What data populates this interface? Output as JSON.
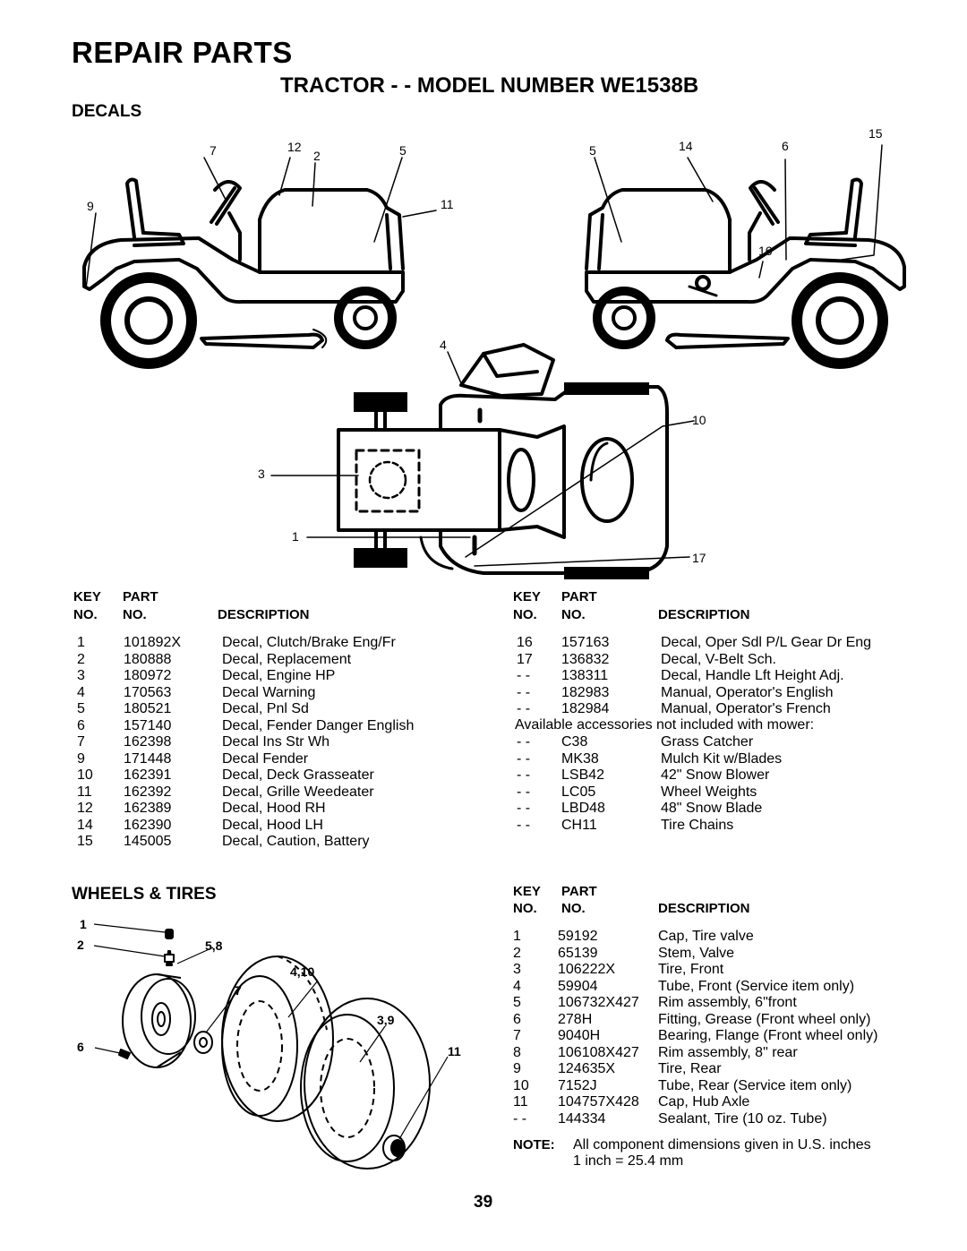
{
  "page_title": "REPAIR PARTS",
  "subtitle": "TRACTOR - - MODEL NUMBER WE1538B",
  "decals": {
    "section_title": "DECALS",
    "callouts": [
      "7",
      "12",
      "2",
      "5",
      "9",
      "11",
      "5",
      "14",
      "6",
      "15",
      "16",
      "4",
      "10",
      "3",
      "1",
      "17"
    ],
    "header": {
      "key1": "KEY",
      "part1": "PART",
      "no1": "NO.",
      "no2": "NO.",
      "desc": "DESCRIPTION"
    },
    "left_rows": [
      [
        "1",
        "101892X",
        "Decal, Clutch/Brake Eng/Fr"
      ],
      [
        "2",
        "180888",
        "Decal, Replacement"
      ],
      [
        "3",
        "180972",
        "Decal, Engine HP"
      ],
      [
        "4",
        "170563",
        "Decal Warning"
      ],
      [
        "5",
        "180521",
        "Decal, Pnl Sd"
      ],
      [
        "6",
        "157140",
        "Decal, Fender Danger English"
      ],
      [
        "7",
        "162398",
        "Decal Ins Str Wh"
      ],
      [
        "9",
        "171448",
        "Decal Fender"
      ],
      [
        "10",
        "162391",
        "Decal, Deck Grasseater"
      ],
      [
        "11",
        "162392",
        "Decal, Grille Weedeater"
      ],
      [
        "12",
        "162389",
        "Decal, Hood RH"
      ],
      [
        "14",
        "162390",
        "Decal, Hood LH"
      ],
      [
        "15",
        "145005",
        "Decal, Caution, Battery"
      ]
    ],
    "right_rows": [
      [
        "16",
        "157163",
        "Decal, Oper Sdl P/L Gear Dr Eng"
      ],
      [
        "17",
        "136832",
        "Decal, V-Belt Sch."
      ],
      [
        "- -",
        "138311",
        "Decal, Handle Lft Height Adj."
      ],
      [
        "- -",
        "182983",
        "Manual, Operator's English"
      ],
      [
        "- -",
        "182984",
        "Manual, Operator's French"
      ]
    ],
    "accessories_note": "Available accessories not included with mower:",
    "accessory_rows": [
      [
        "- -",
        "C38",
        "Grass Catcher"
      ],
      [
        "- -",
        "MK38",
        "Mulch Kit w/Blades"
      ],
      [
        "- -",
        "LSB42",
        "42\" Snow Blower"
      ],
      [
        "- -",
        "LC05",
        "Wheel Weights"
      ],
      [
        "- -",
        "LBD48",
        "48\" Snow Blade"
      ],
      [
        "- -",
        "CH11",
        "Tire Chains"
      ]
    ]
  },
  "wheels": {
    "section_title": "WHEELS & TIRES",
    "callouts": [
      "1",
      "2",
      "5,8",
      "4,10",
      "7",
      "3,9",
      "6",
      "11"
    ],
    "header": {
      "key1": "KEY",
      "part1": "PART",
      "no1": "NO.",
      "no2": "NO.",
      "desc": "DESCRIPTION"
    },
    "rows": [
      [
        "1",
        "59192",
        "Cap, Tire valve"
      ],
      [
        "2",
        "65139",
        "Stem, Valve"
      ],
      [
        "3",
        "106222X",
        "Tire, Front"
      ],
      [
        "4",
        "59904",
        "Tube, Front (Service item only)"
      ],
      [
        "5",
        "106732X427",
        "Rim assembly, 6\"front"
      ],
      [
        "6",
        "278H",
        "Fitting, Grease (Front wheel only)"
      ],
      [
        "7",
        "9040H",
        "Bearing, Flange (Front wheel only)"
      ],
      [
        "8",
        "106108X427",
        "Rim assembly, 8\" rear"
      ],
      [
        "9",
        "124635X",
        "Tire, Rear"
      ],
      [
        "10",
        "7152J",
        "Tube, Rear (Service item only)"
      ],
      [
        "11",
        "104757X428",
        "Cap, Hub Axle"
      ],
      [
        "- -",
        "144334",
        "Sealant, Tire (10 oz. Tube)"
      ]
    ],
    "note_label": "NOTE:",
    "note_line1": "All component dimensions given in U.S. inches",
    "note_line2": "1 inch = 25.4 mm"
  },
  "page_number": "39"
}
